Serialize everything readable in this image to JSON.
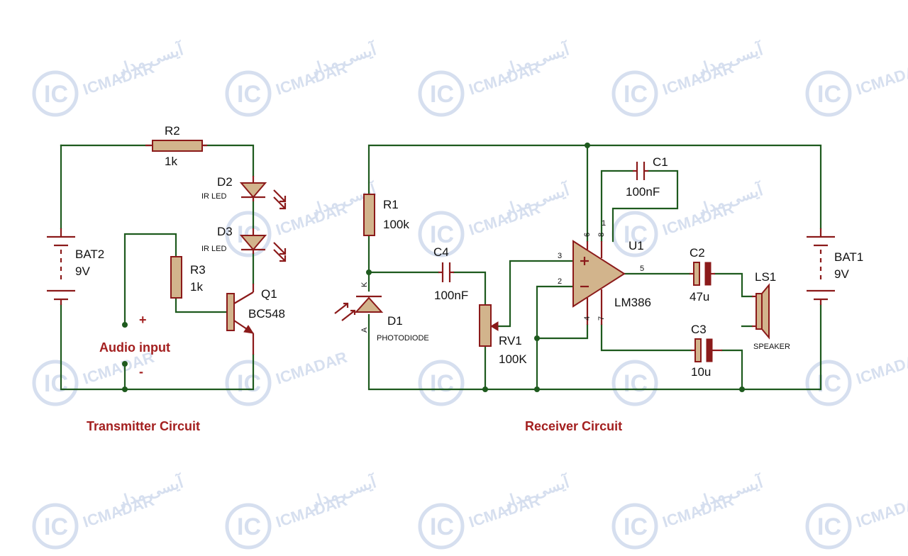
{
  "watermark": {
    "brand": "ICMADAR",
    "brand_fa": "آیسی مدار",
    "logo": "IC"
  },
  "transmitter": {
    "title": "Transmitter Circuit",
    "audio_label": "Audio input",
    "plus": "+",
    "minus": "-",
    "R2": {
      "ref": "R2",
      "value": "1k"
    },
    "D2": {
      "ref": "D2",
      "type": "IR LED"
    },
    "D3": {
      "ref": "D3",
      "type": "IR LED"
    },
    "R3": {
      "ref": "R3",
      "value": "1k"
    },
    "Q1": {
      "ref": "Q1",
      "part": "BC548"
    },
    "BAT2": {
      "ref": "BAT2",
      "value": "9V"
    }
  },
  "receiver": {
    "title": "Receiver Circuit",
    "R1": {
      "ref": "R1",
      "value": "100k"
    },
    "D1": {
      "ref": "D1",
      "type": "PHOTODIODE",
      "pin_k": "K",
      "pin_a": "A"
    },
    "C4": {
      "ref": "C4",
      "value": "100nF"
    },
    "RV1": {
      "ref": "RV1",
      "value": "100K"
    },
    "U1": {
      "ref": "U1",
      "part": "LM386",
      "pins": {
        "p1": "1",
        "p2": "2",
        "p3": "3",
        "p4": "4",
        "p5": "5",
        "p6": "6",
        "p7": "7",
        "p8": "8"
      }
    },
    "C1": {
      "ref": "C1",
      "value": "100nF"
    },
    "C2": {
      "ref": "C2",
      "value": "47u"
    },
    "C3": {
      "ref": "C3",
      "value": "10u"
    },
    "LS1": {
      "ref": "LS1",
      "type": "SPEAKER"
    },
    "BAT1": {
      "ref": "BAT1",
      "value": "9V"
    }
  },
  "colors": {
    "wire": "#1e5a1e",
    "component": "#8b1a1a",
    "fill": "#d2b48c",
    "title": "#a31f1f",
    "watermark": "#c8d4ea"
  }
}
